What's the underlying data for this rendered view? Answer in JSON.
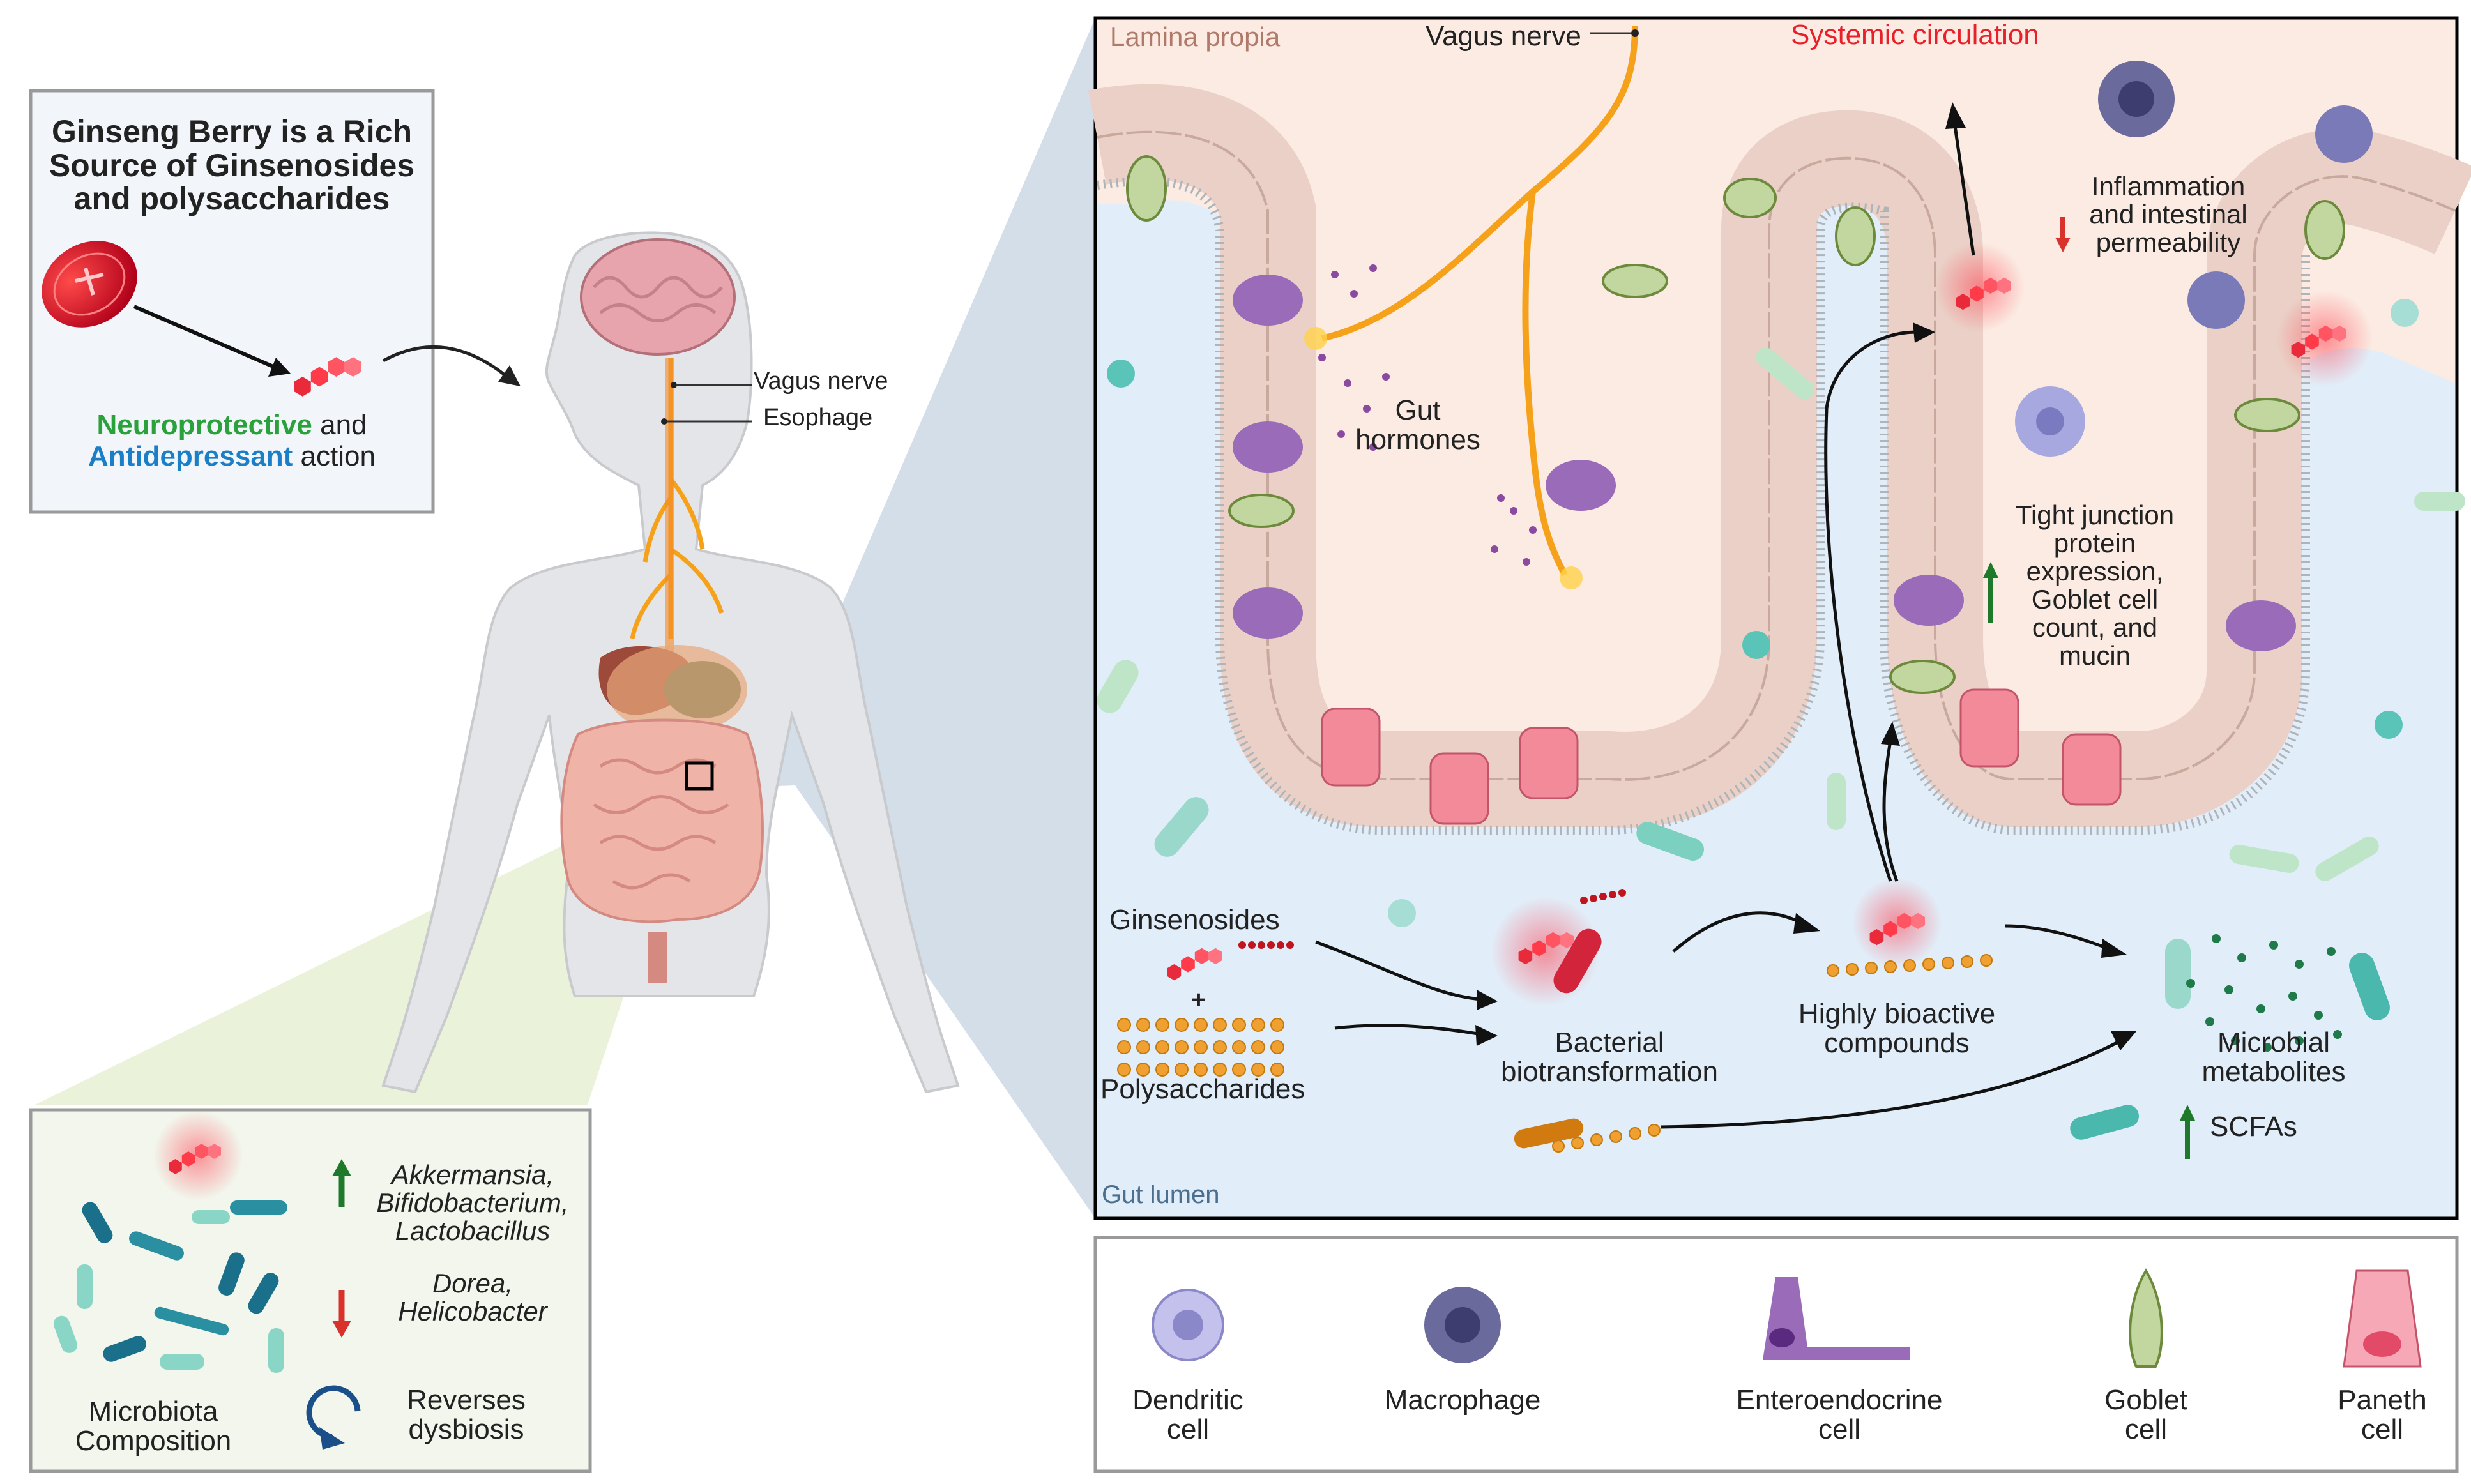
{
  "intro_box": {
    "title_l1": "Ginseng Berry is a Rich",
    "title_l2": "Source of Ginsenosides",
    "title_l3": "and polysaccharides",
    "neuro": "Neuroprotective",
    "and_word": " and",
    "antidep": "Antidepressant",
    "action_word": " action"
  },
  "body_labels": {
    "vagus": "Vagus nerve",
    "esophage": "Esophage"
  },
  "panel": {
    "lamina": "Lamina propia",
    "vagus": "Vagus nerve",
    "systemic": "Systemic circulation",
    "gut_lumen": "Gut lumen",
    "gut_hormones_l1": "Gut",
    "gut_hormones_l2": "hormones",
    "inflam_l1": "Inflammation",
    "inflam_l2": "and intestinal",
    "inflam_l3": "permeability",
    "tight_l1": "Tight junction",
    "tight_l2": "protein",
    "tight_l3": "expression,",
    "tight_l4": "Goblet cell",
    "tight_l5": "count, and",
    "tight_l6": "mucin",
    "ginsenosides": "Ginsenosides",
    "plus": "+",
    "polysaccharides": "Polysaccharides",
    "bact_l1": "Bacterial",
    "bact_l2": "biotransformation",
    "bioactive_l1": "Highly bioactive",
    "bioactive_l2": "compounds",
    "microbial_l1": "Microbial",
    "microbial_l2": "metabolites",
    "scfas": "SCFAs"
  },
  "microbiota_box": {
    "up_l1": "Akkermansia,",
    "up_l2": "Bifidobacterium,",
    "up_l3": "Lactobacillus",
    "down_l1": "Dorea,",
    "down_l2": "Helicobacter",
    "comp_l1": "Microbiota",
    "comp_l2": "Composition",
    "rev_l1": "Reverses",
    "rev_l2": "dysbiosis"
  },
  "legend": [
    {
      "l1": "Dendritic",
      "l2": "cell"
    },
    {
      "l1": "Macrophage",
      "l2": ""
    },
    {
      "l1": "Enteroendocrine",
      "l2": "cell"
    },
    {
      "l1": "Goblet",
      "l2": "cell"
    },
    {
      "l1": "Paneth",
      "l2": "cell"
    }
  ],
  "colors": {
    "neuro": "#2aa13a",
    "antidep": "#1a7fc7",
    "systemic": "#e8202a",
    "lamina": "#b07a6a",
    "gut_lumen": "#4a6f8f",
    "up_arrow": "#1e7a2a",
    "down_arrow": "#d8322a",
    "nerve": "#f5a11a",
    "molecule": "#ff3b4a"
  },
  "icons": [
    "berry-icon",
    "molecule-icon",
    "brain-icon",
    "intestine-icon",
    "villi-icon",
    "bacteria-icon",
    "dendritic-cell-icon",
    "macrophage-icon",
    "enteroendocrine-cell-icon",
    "goblet-cell-icon",
    "paneth-cell-icon",
    "reverse-cycle-icon"
  ]
}
